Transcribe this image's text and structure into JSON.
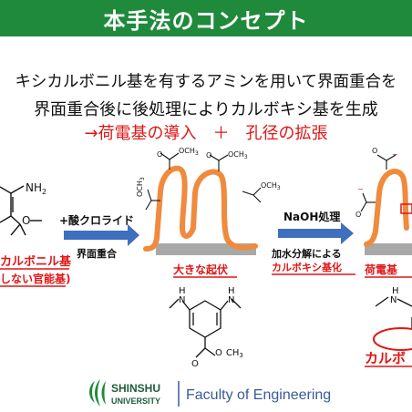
{
  "title": "本手法のコンセプト",
  "intro": {
    "line1": "キシカルボニル基を有するアミンを用いて界面重合を",
    "line2": "界面重合後に後処理によりカルボキシ基を生成",
    "line3": "→荷電基の導入　＋　孔径の拡張"
  },
  "labels": {
    "nh2": "NH",
    "nh2_sub": "2",
    "methoxy": "O",
    "methyl": "CH",
    "methyl_sub": "3",
    "step1_reagent": "+酸クロライド",
    "step1_process": "界面重合",
    "step2_reagent": "NaOH処理",
    "step2_process_1": "加水分解による",
    "step2_process_2": "カルボキシ基化",
    "left_red_1": "カルボニル基",
    "left_red_2": "しない官能基)",
    "big_undulation": "大きな起伏",
    "charged_group": "荷電基",
    "carboxy_bottom": "カルボ",
    "h1": "H",
    "n1": "N",
    "h2": "H",
    "n2": "N",
    "ester_o": "O",
    "ester_ch3": "CH",
    "ester_ch3_sub": "3",
    "och3_top": "OCH",
    "och3_sub": "3",
    "o_label": "O",
    "neg_o": "O",
    "neg_sign": "−"
  },
  "footer": {
    "logo_top": "SHINSHU",
    "logo_bottom": "UNIVERSITY",
    "faculty": "Faculty of Engineering"
  },
  "colors": {
    "title_bg": "#1f8a3b",
    "accent_red": "#e01515",
    "membrane_orange": "#f08a3c",
    "arrow_blue": "#3f6fbf",
    "substrate_grey": "#a8a8a8",
    "footer_blue": "#3a5b97",
    "logo_green": "#1f8a3b"
  }
}
